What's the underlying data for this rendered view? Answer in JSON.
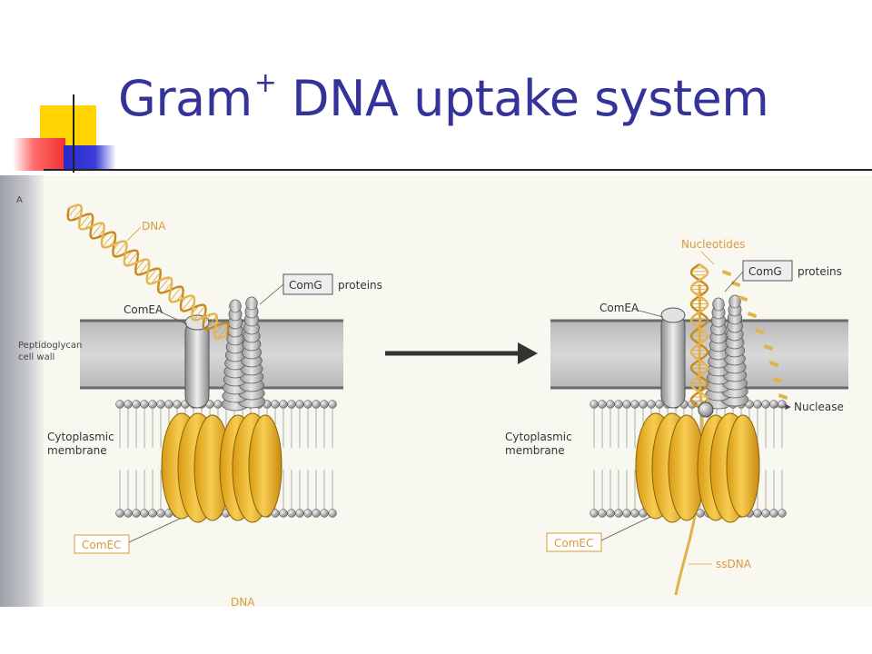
{
  "slide": {
    "title_main": "Gram",
    "title_sup": "+",
    "title_rest": " DNA uptake system"
  },
  "figure": {
    "panel_letter": "A",
    "left": {
      "dna": "DNA",
      "comg_box": "ComG",
      "comg_proteins": "proteins",
      "comea": "ComEA",
      "peptidoglycan_line1": "Peptidoglycan",
      "peptidoglycan_line2": "cell wall",
      "cytoplasmic_line1": "Cytoplasmic",
      "cytoplasmic_line2": "membrane",
      "comec": "ComEC",
      "dna_bottom": "DNA"
    },
    "right": {
      "nucleotides": "Nucleotides",
      "comg_box": "ComG",
      "comg_proteins": "proteins",
      "comea": "ComEA",
      "nuclease": "Nuclease",
      "cytoplasmic_line1": "Cytoplasmic",
      "cytoplasmic_line2": "membrane",
      "comec": "ComEC",
      "ssdna": "ssDNA"
    }
  },
  "colors": {
    "title": "#33339a",
    "label_orange": "#d99a3a",
    "comec_yellow": "#f0b830",
    "cell_wall": "#c9c9c9",
    "figure_bg": "#f8f7f0"
  }
}
